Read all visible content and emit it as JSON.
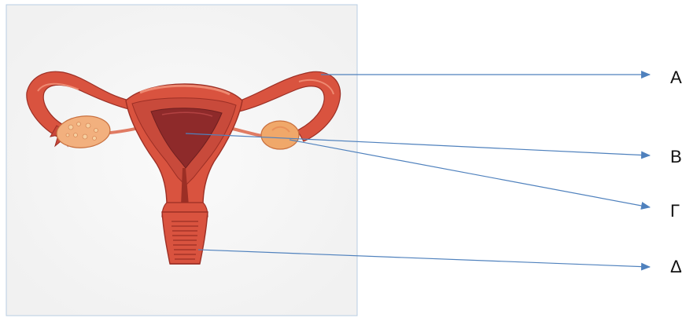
{
  "labels": {
    "a": "Α",
    "b": "Β",
    "g": "Γ",
    "d": "Δ"
  },
  "colors": {
    "frame": "#9dbad8",
    "arrow": "#4f81bd",
    "tissue": "#d9533f",
    "tissue_dark": "#9c2f25",
    "tissue_light": "#ee8a72",
    "ovary": "#f2b07e",
    "ovary_spot": "#f6cfa0"
  }
}
